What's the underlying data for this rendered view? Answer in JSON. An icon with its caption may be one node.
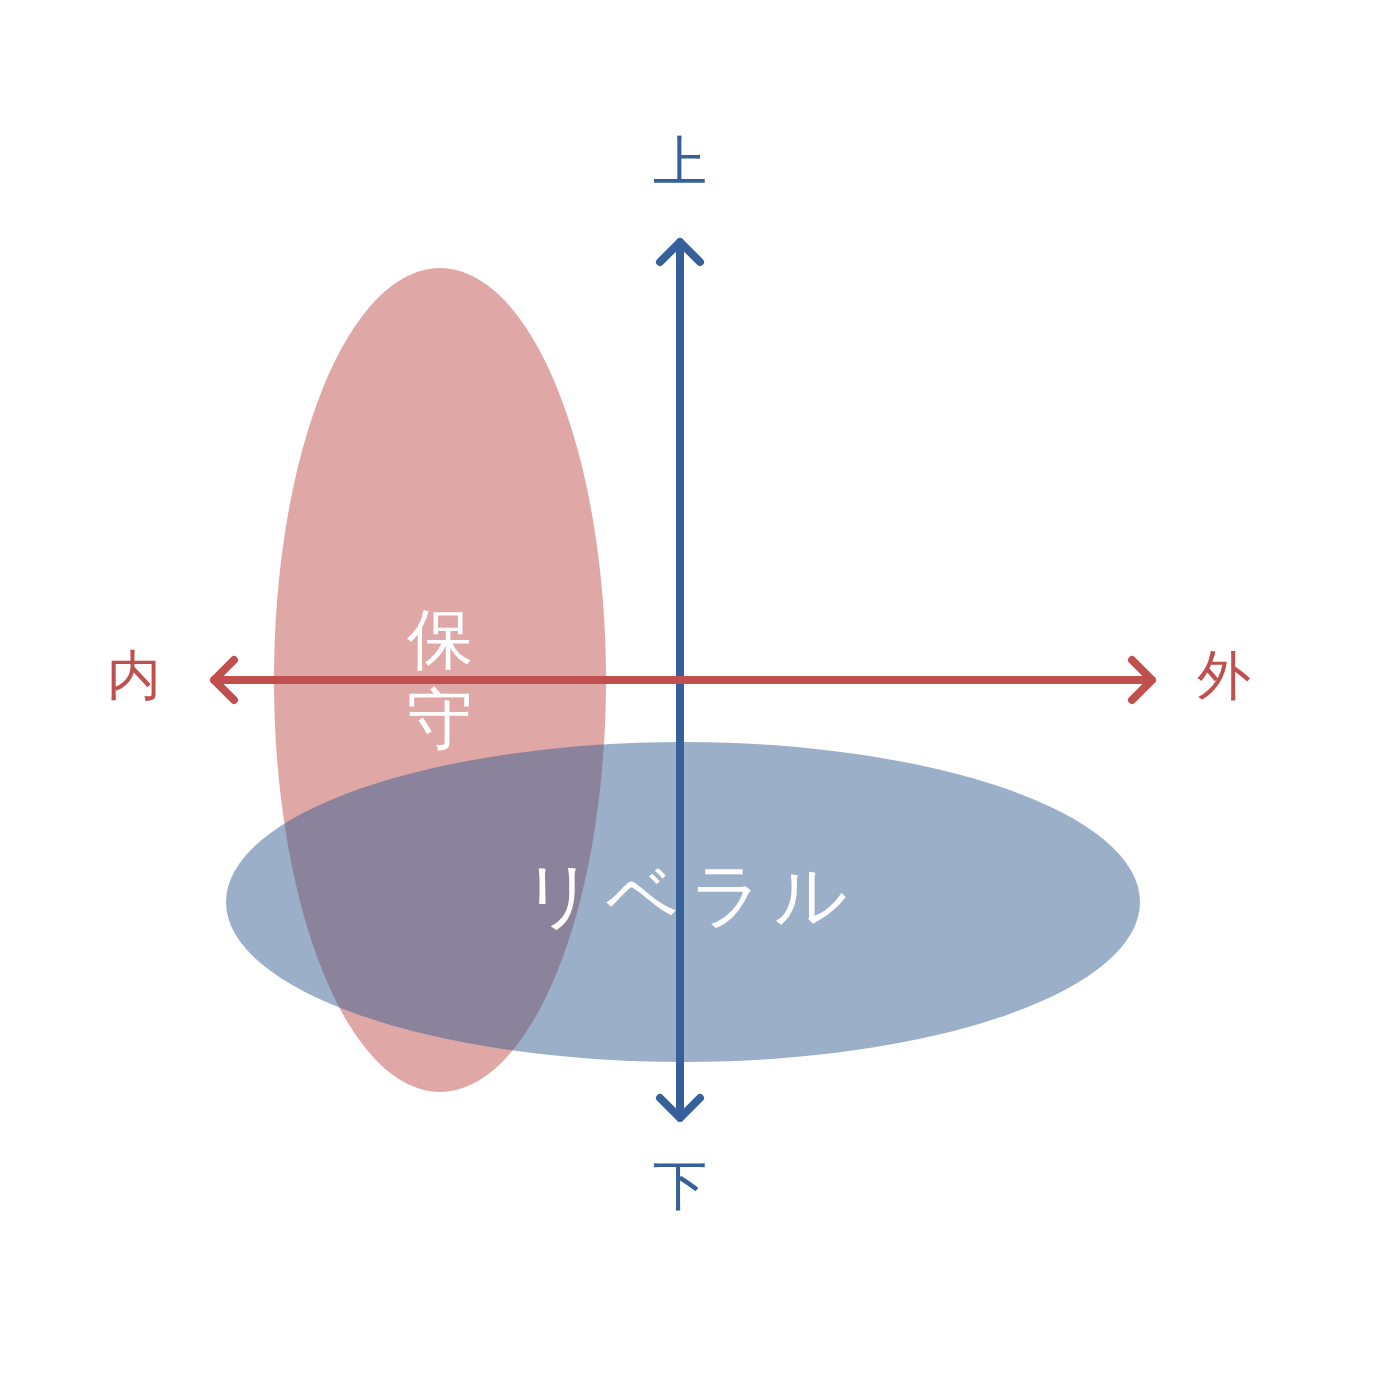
{
  "diagram": {
    "nodes": [
      {
        "text": [
          "保守"
        ]
      },
      {
        "text": [
          "リベラル"
        ]
      }
    ],
    "labels": [
      "上",
      "内",
      "外",
      "下"
    ]
  }
}
